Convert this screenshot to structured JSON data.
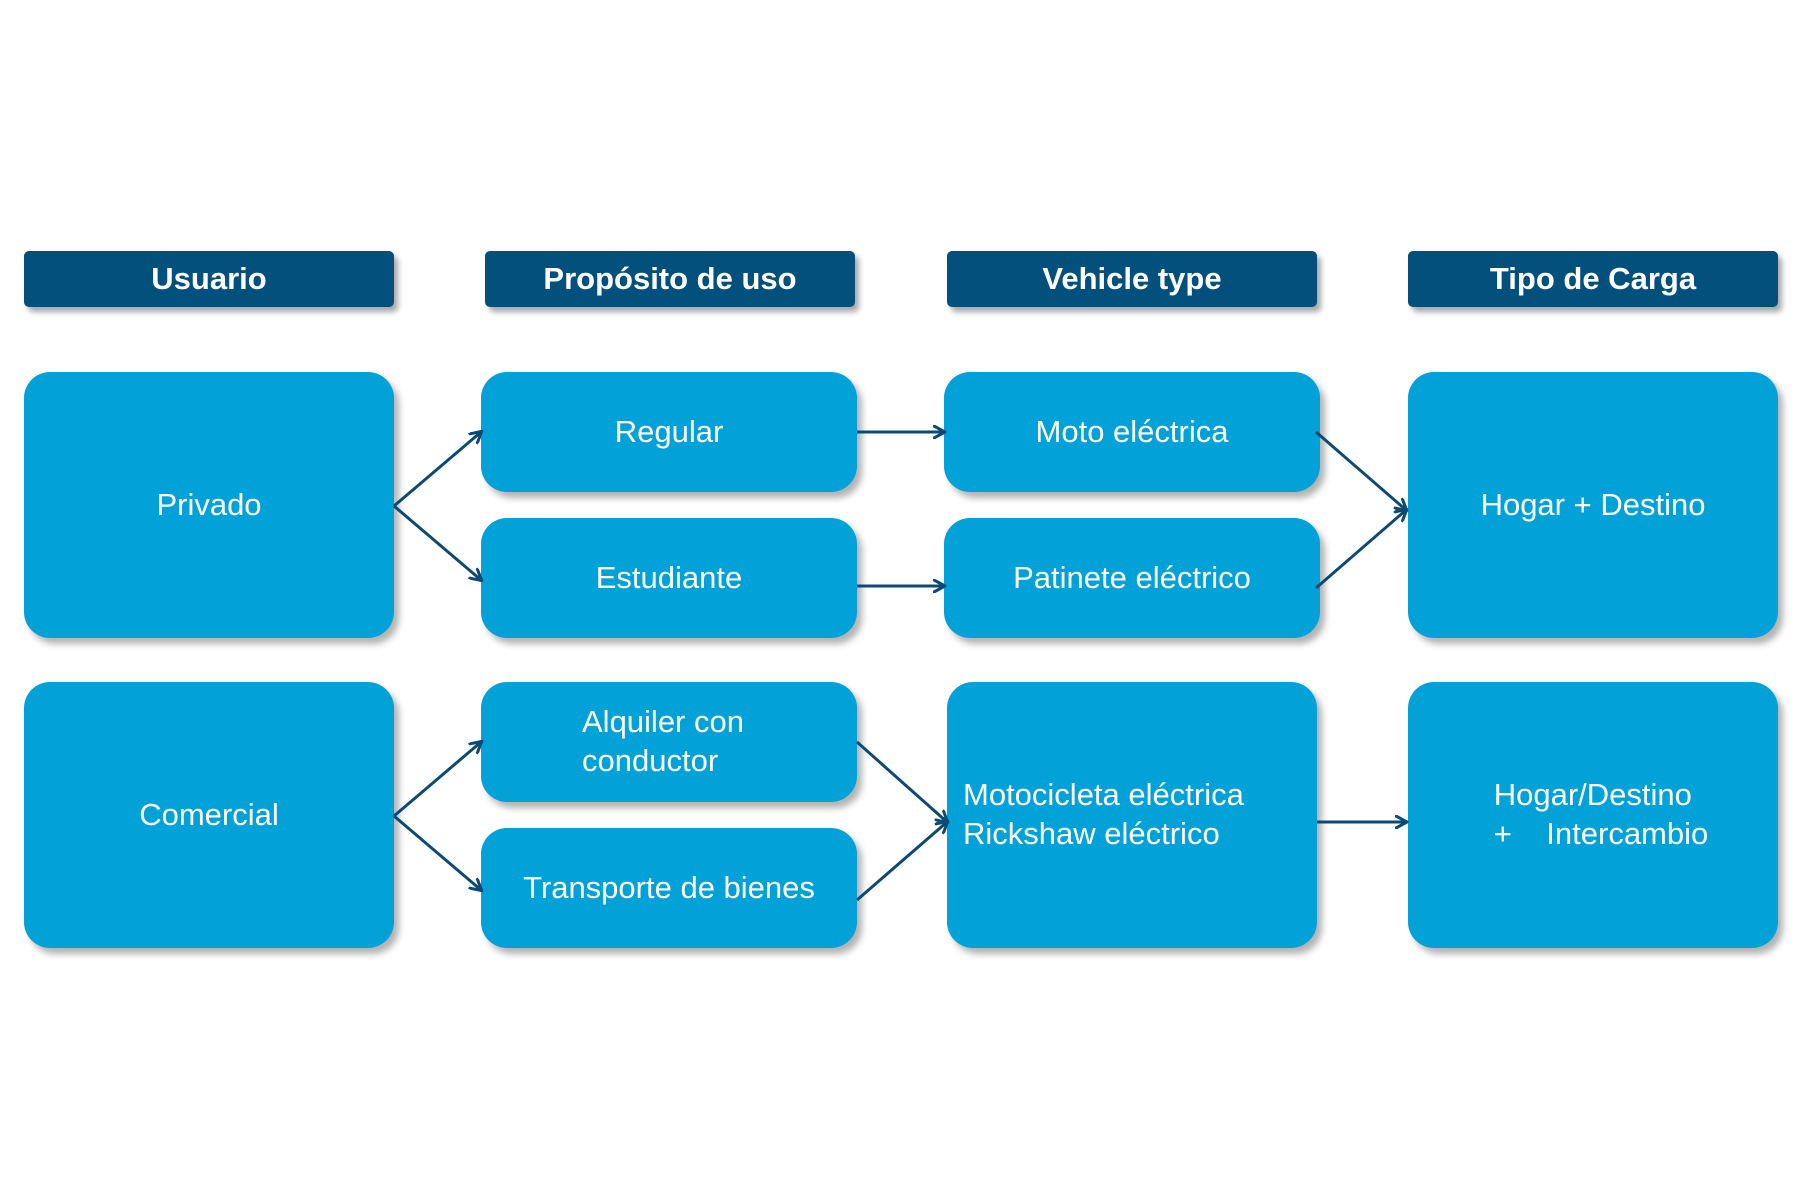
{
  "headers": {
    "usuario": "Usuario",
    "proposito": "Propósito de uso",
    "vehicle": "Vehicle type",
    "carga": "Tipo de Carga"
  },
  "nodes": {
    "privado": "Privado",
    "comercial": "Comercial",
    "regular": "Regular",
    "estudiante": "Estudiante",
    "alquiler_line1": "Alquiler con",
    "alquiler_line2": "conductor",
    "transporte": "Transporte de bienes",
    "moto": "Moto eléctrica",
    "patinete": "Patinete eléctrico",
    "motocicleta_line1": "Motocicleta eléctrica",
    "motocicleta_line2": "Rickshaw eléctrico",
    "hogar_destino": "Hogar + Destino",
    "hogar_intercambio_line1": "Hogar/Destino",
    "hogar_intercambio_line2": "+    Intercambio"
  },
  "colors": {
    "header_bg": "#03507c",
    "box_bg": "#02a2d8",
    "arrow": "#0d4a73",
    "text": "#ffffff"
  }
}
